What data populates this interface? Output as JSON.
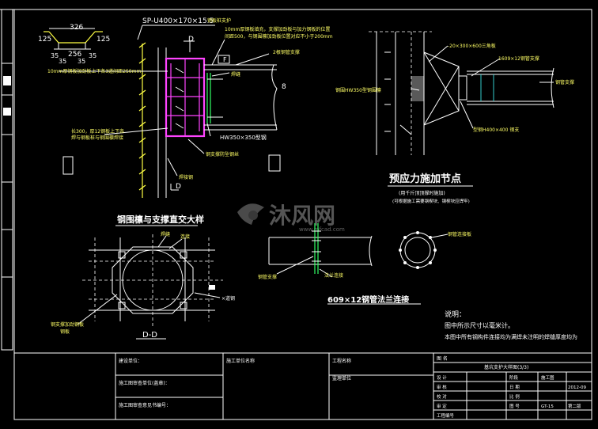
{
  "top_left": {
    "profile_label": "SP-U400×170×15.5",
    "profile_note": "钢板桩支护",
    "channel_dims": {
      "top": "326",
      "left": "125",
      "right": "125",
      "bottom_left": "35",
      "bottom_mid": "256",
      "bottom_right": "35",
      "base_left": "35",
      "base_right": "35"
    },
    "note_top_right_1": "10mm厚钢板填充，支撑加劲板与加力钢板的位置",
    "note_top_right_2": "间距500，与钢围檩加劲板位置对应不小于200mm",
    "note_left": "10mm厚钢板加劲板上下各3道间距250mm",
    "label_pipe": "2根钢管支撑",
    "label_D": "D",
    "label_F": "F",
    "label_weld": "焊缝",
    "label_8": "8",
    "note_bottom_left_1": "长300，厚12钢板上下各",
    "note_bottom_left_2": "焊与钢板桩与钢围檩焊接",
    "label_hw": "HW350×350型钢",
    "label_guard": "钢支撑防坠钢丝",
    "label_weld_rod": "焊接钢",
    "label_lD": "D",
    "title": "钢围檩与支撑直交大样"
  },
  "top_right": {
    "note_plate": "-20×300×600三角板",
    "note_pipe": "1609×12钢管支撑",
    "note_beam": "钢围HW350型钢围檩",
    "note_steel": "型钢H400×400  钢支",
    "label_pipe": "钢管支撑",
    "title": "预应力施加节点",
    "subtitle_1": "(用千斤顶顶撑时施加)",
    "subtitle_2": "(可根据施工需要钢楔块、钢楔块应焊牢)"
  },
  "bottom_left": {
    "label_weld": "焊缝",
    "label_plate": "连接",
    "label_x": "×道钢",
    "label_side_1": "钢支撑加劲钢板",
    "label_side_2": "钢板",
    "section_title": "D-D"
  },
  "bottom_right": {
    "label_pipe": "钢管支撑",
    "label_flange": "法兰连接",
    "label_ring": "钢管连接板",
    "title": "609×12钢管法兰连接"
  },
  "notes": {
    "heading": "说明：",
    "line1": "图中所示尺寸以毫米计。",
    "line2": "本图中所有钢构件连接均为满焊未注明的焊缝厚度均为"
  },
  "watermark": {
    "brand": "沐风网",
    "url": "www.mfcad.com"
  },
  "title_block": {
    "design_unit": "建设单位：",
    "construction_unit": "施工单位名称",
    "supervision": "监理单位",
    "builder_label": "施工图审查单位(盖章)：",
    "builder_label_2": "施工图审查意见书编号：",
    "project_label": "工程名称",
    "drawing_name_label": "图 名",
    "drawing_name": "基坑支护大样图(3/3)",
    "project_no_label": "工程编号",
    "design_label": "设 计",
    "check_label": "审 核",
    "review_label": "校 对",
    "approve_label": "审 定",
    "stage_label": "阶段",
    "stage_value": "施工图",
    "date_label": "日 期",
    "date_value": "2012-09",
    "scale_label": "比 例",
    "sheet_label": "图 号",
    "sheet_value": "GT-15",
    "sheet_sub": "第二版"
  }
}
